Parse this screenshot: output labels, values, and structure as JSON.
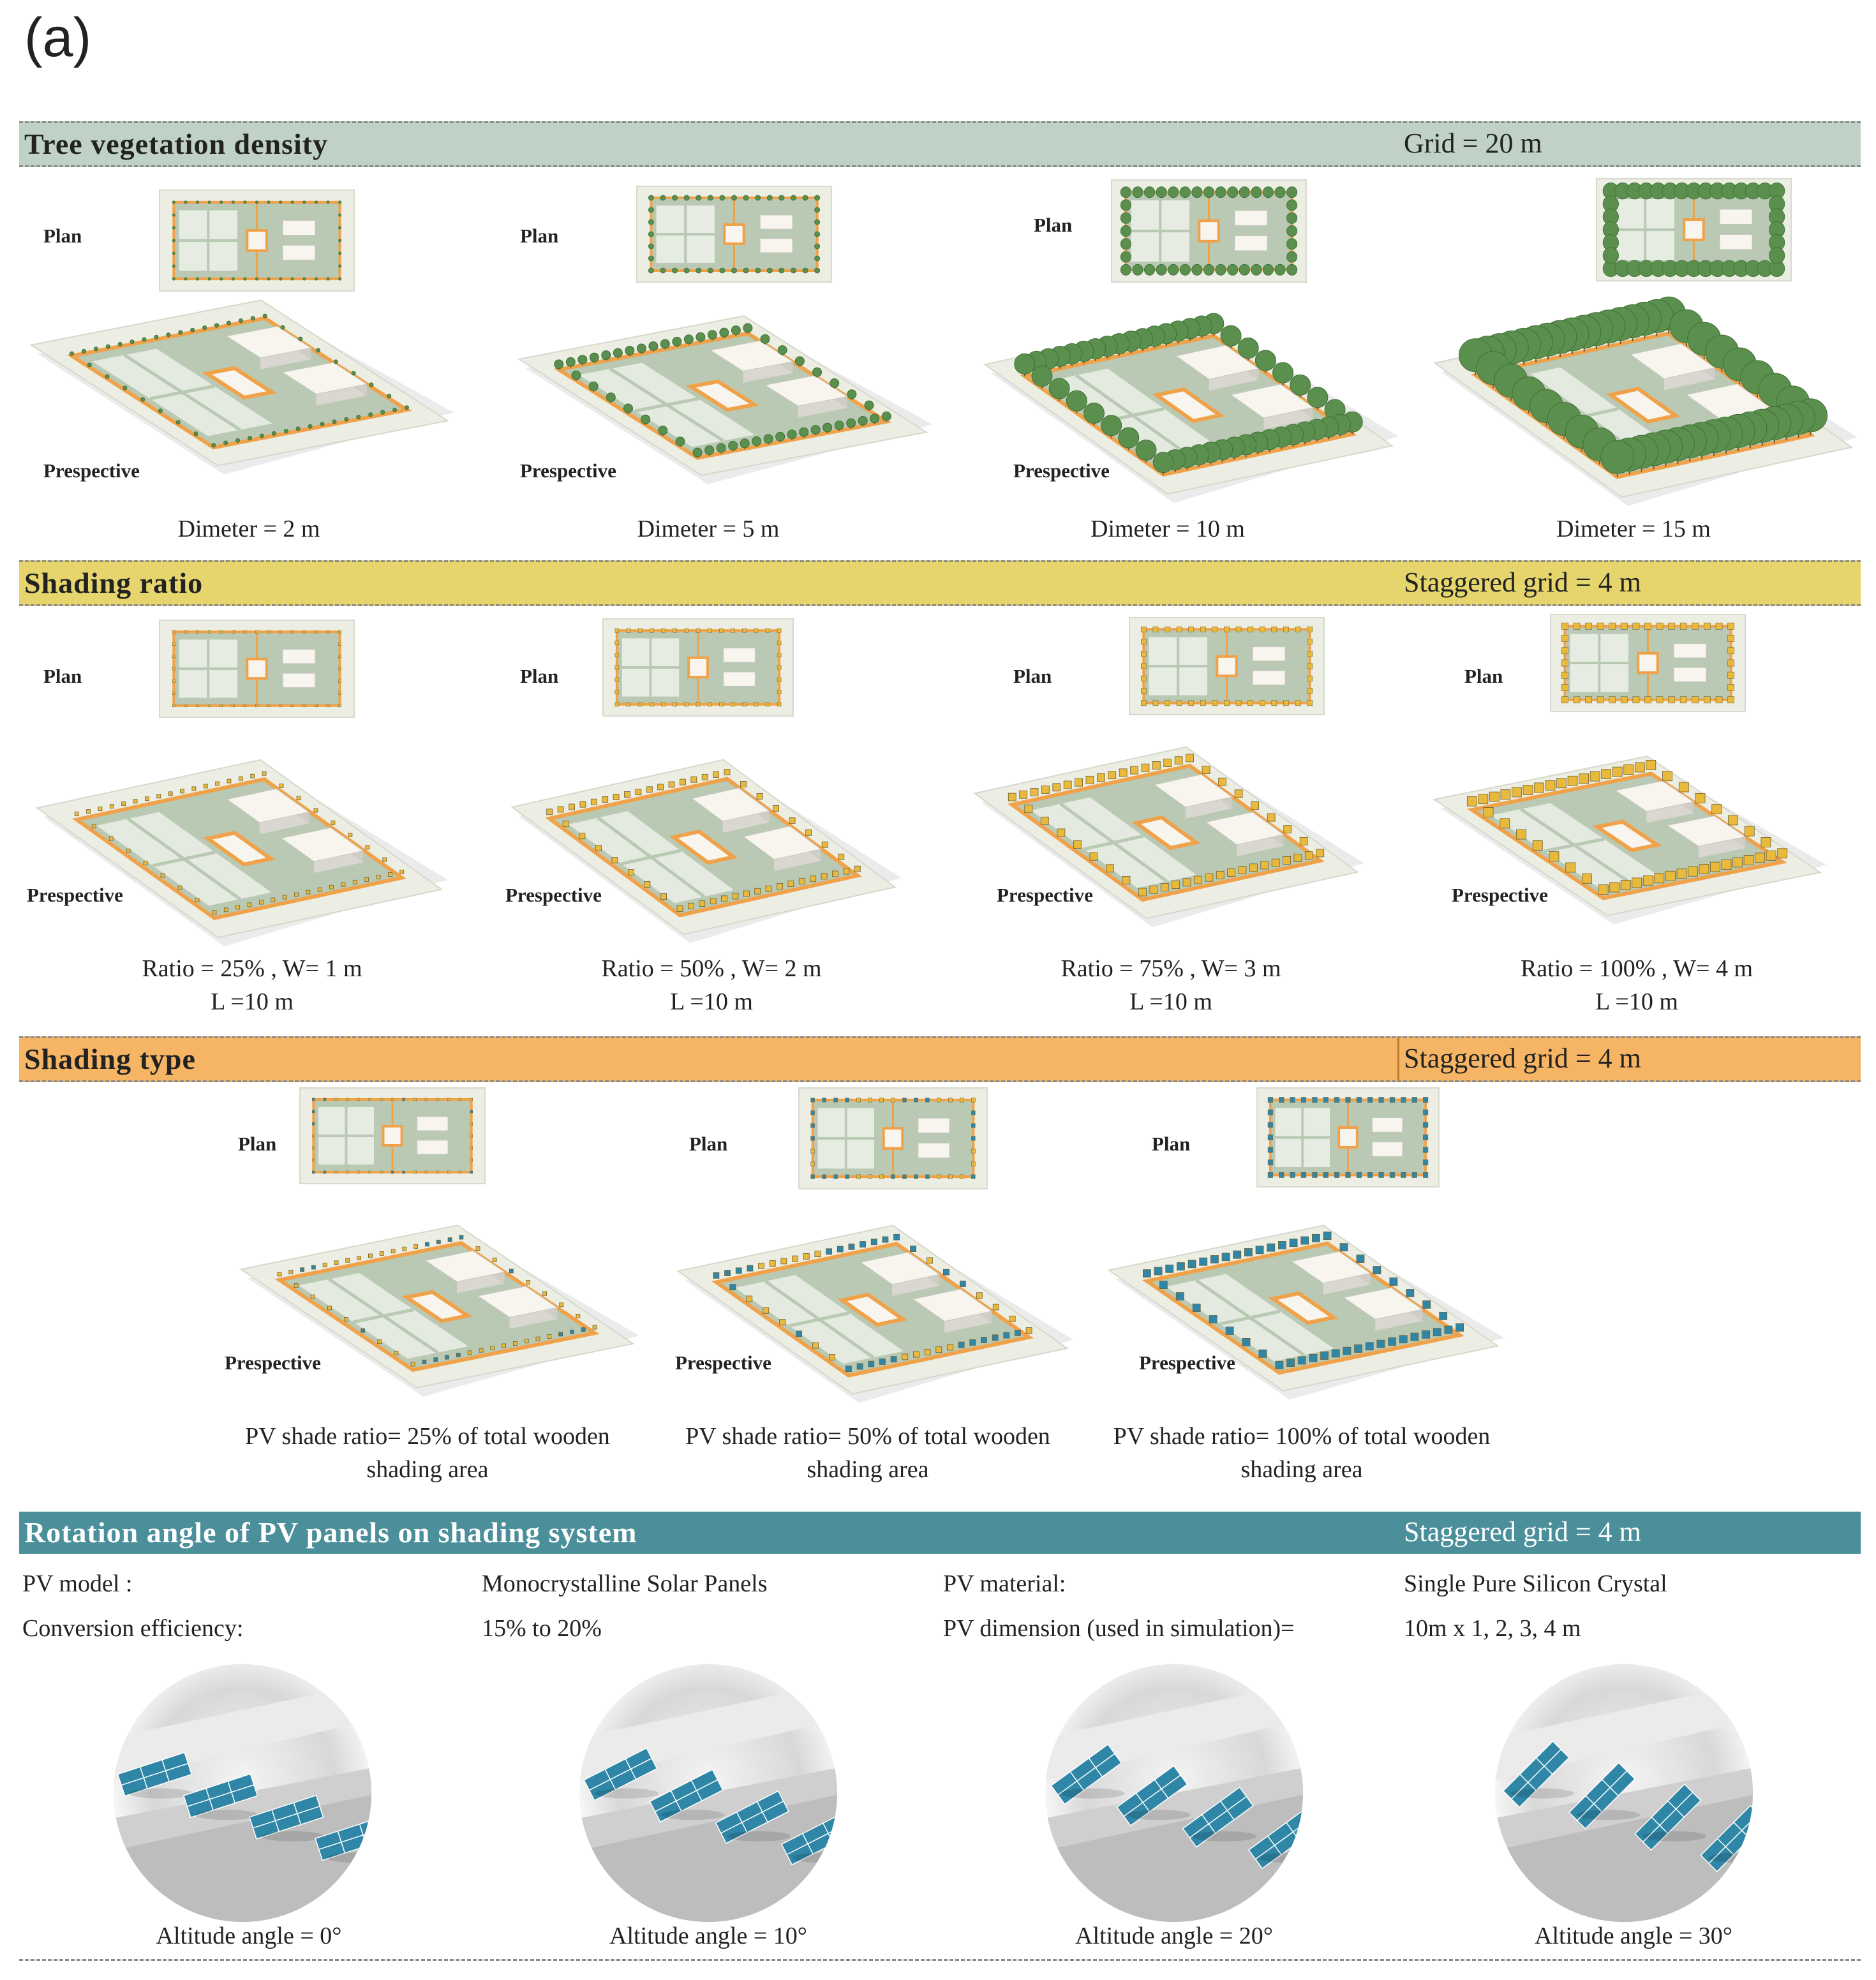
{
  "panel_label": "(a)",
  "sections": [
    {
      "title": "Tree vegetation density",
      "right_label": "Grid = 20 m",
      "color": "#bfd2c5",
      "plan_label": "Plan",
      "perspective_label": "Prespective",
      "captions": [
        "Dimeter = 2 m",
        "Dimeter = 5 m",
        "Dimeter = 10 m",
        "Dimeter = 15 m"
      ]
    },
    {
      "title": "Shading ratio",
      "right_label": "Staggered grid = 4 m",
      "color": "#e5d56c",
      "plan_label": "Plan",
      "perspective_label": "Prespective",
      "captions": [
        [
          "Ratio = 25% , W= 1 m",
          "L =10 m"
        ],
        [
          "Ratio = 50% , W= 2 m",
          "L =10 m"
        ],
        [
          "Ratio = 75% , W= 3 m",
          "L =10 m"
        ],
        [
          "Ratio = 100% , W= 4 m",
          "L =10 m"
        ]
      ]
    },
    {
      "title": "Shading type",
      "right_label": "Staggered grid = 4 m",
      "color": "#f6b564",
      "plan_label": "Plan",
      "perspective_label": "Prespective",
      "captions": [
        [
          "PV shade ratio= 25% of total wooden",
          "shading area"
        ],
        [
          "PV shade ratio= 50% of total wooden",
          "shading area"
        ],
        [
          "PV shade ratio= 100% of total wooden",
          "shading area"
        ]
      ]
    },
    {
      "title": "Rotation angle of PV panels on shading system",
      "right_label": "Staggered grid = 4 m",
      "color": "#4a8f99",
      "info": {
        "pv_model_label": "PV model :",
        "pv_model_value": "Monocrystalline Solar Panels",
        "pv_material_label": "PV material:",
        "pv_material_value": "Single Pure Silicon Crystal",
        "efficiency_label": "Conversion efficiency:",
        "efficiency_value": "15% to 20%",
        "dimension_label": "PV dimension (used in simulation)=",
        "dimension_value": "10m x 1, 2, 3, 4 m"
      },
      "captions": [
        "Altitude angle = 0°",
        "Altitude angle = 10°",
        "Altitude angle = 20°",
        "Altitude angle = 30°"
      ]
    }
  ],
  "colors": {
    "ground": "#eceee4",
    "courtyard": "#b9c9b4",
    "path": "#f0a24a",
    "tree": "#5b8f4e",
    "wood_shade": "#e9b93c",
    "pv_panel": "#2f86a6",
    "building": "#f7f5ee"
  }
}
